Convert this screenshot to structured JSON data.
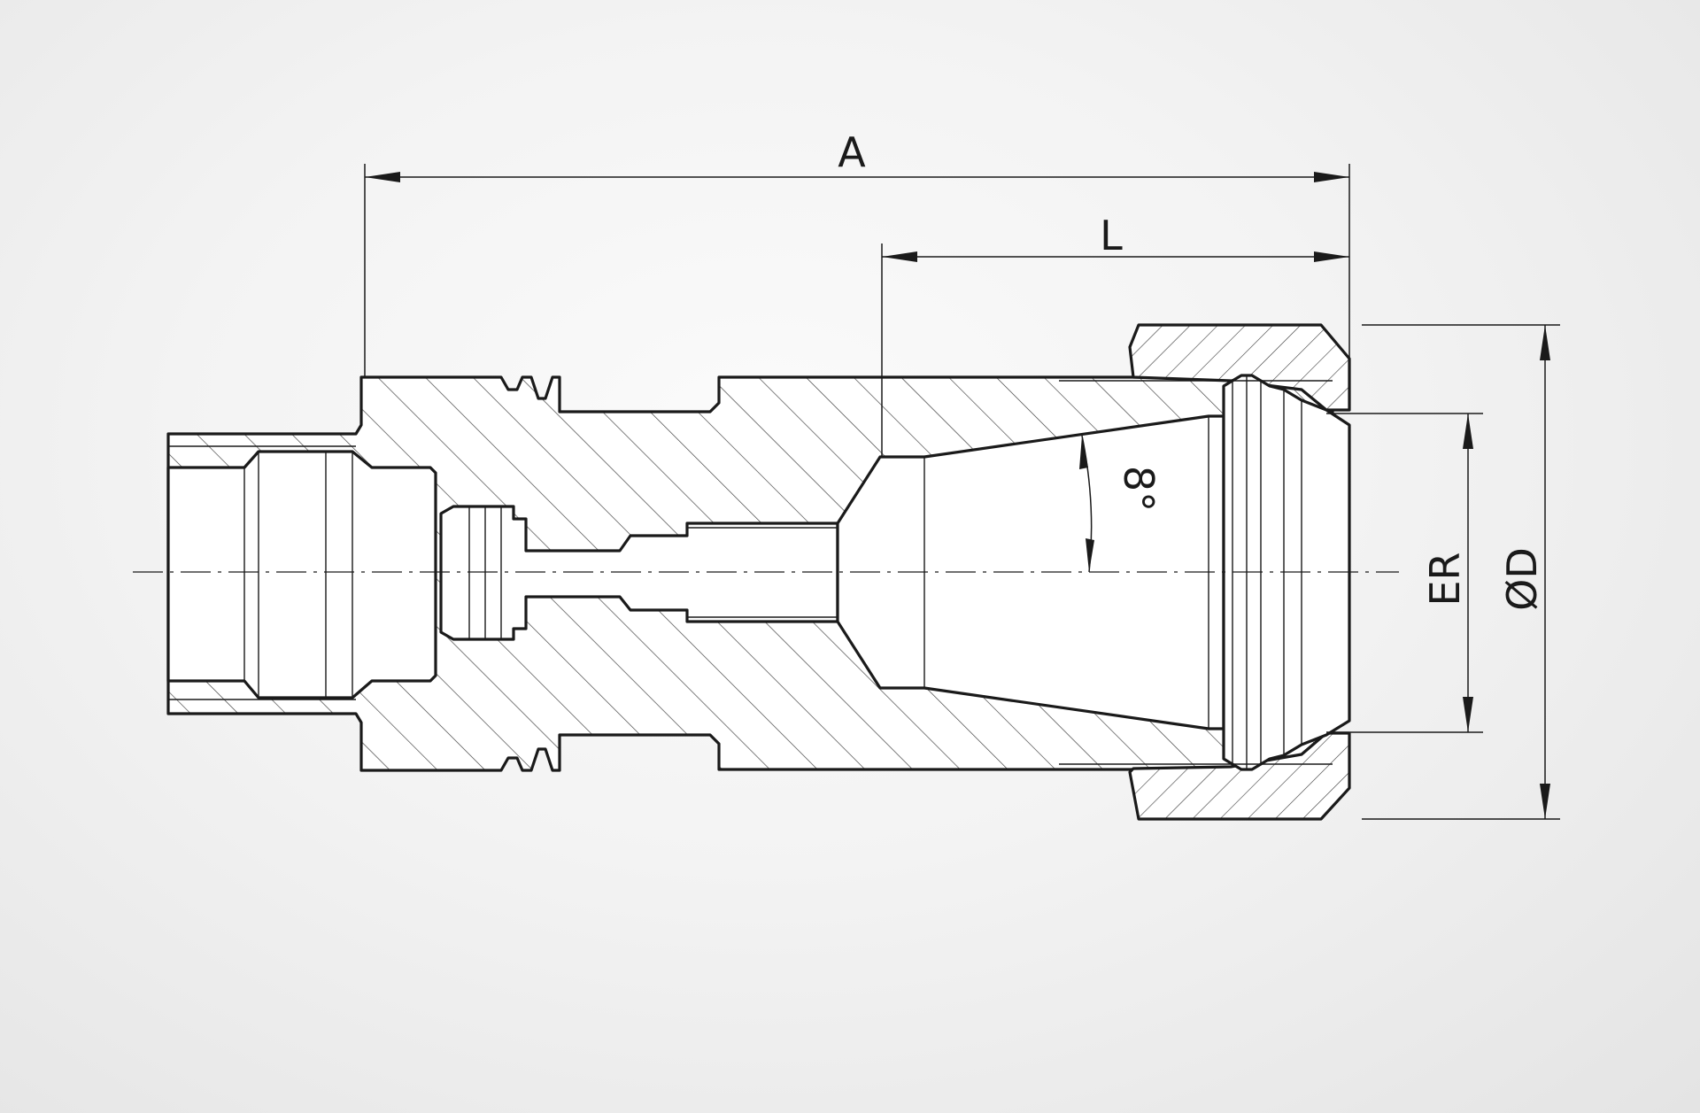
{
  "dimensions": {
    "overall_length": "A",
    "projection_length": "L",
    "collet_size": "ER",
    "outer_diameter": "ØD",
    "taper_angle": "8°"
  }
}
